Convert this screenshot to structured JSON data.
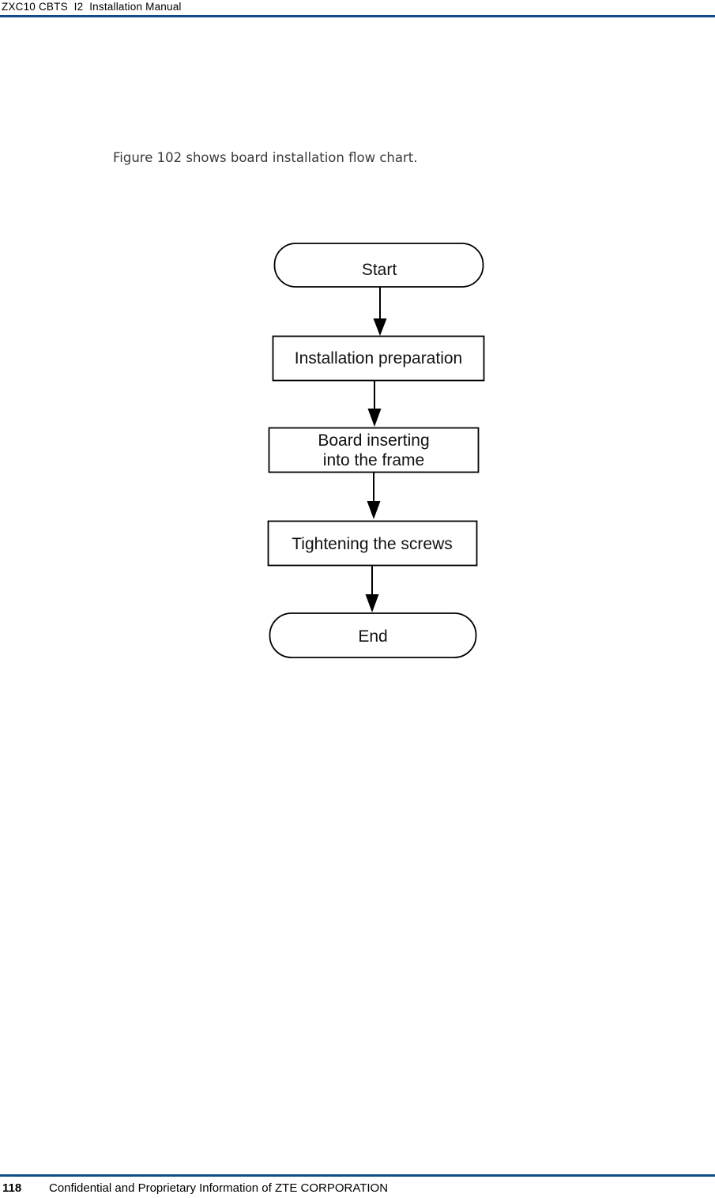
{
  "header": {
    "title": "ZXC10 CBTS  I2  Installation Manual",
    "rule_color": "#0d4c86"
  },
  "body": {
    "caption": "Figure 102 shows board installation flow chart."
  },
  "flowchart": {
    "stroke_color": "#000000",
    "fill_color": "#ffffff",
    "nodes": [
      {
        "id": "start",
        "type": "terminator",
        "label": "Start"
      },
      {
        "id": "installation-preparation",
        "type": "process",
        "label": "Installation preparation"
      },
      {
        "id": "board-inserting",
        "type": "process",
        "label": "Board inserting into the frame",
        "lines": [
          "Board inserting",
          "into the frame"
        ]
      },
      {
        "id": "tightening-screws",
        "type": "process",
        "label": "Tightening the screws"
      },
      {
        "id": "end",
        "type": "terminator",
        "label": "End"
      }
    ]
  },
  "footer": {
    "page_number": "118",
    "text": "Confidential and Proprietary Information of ZTE CORPORATION",
    "rule_color": "#0d4c86"
  }
}
